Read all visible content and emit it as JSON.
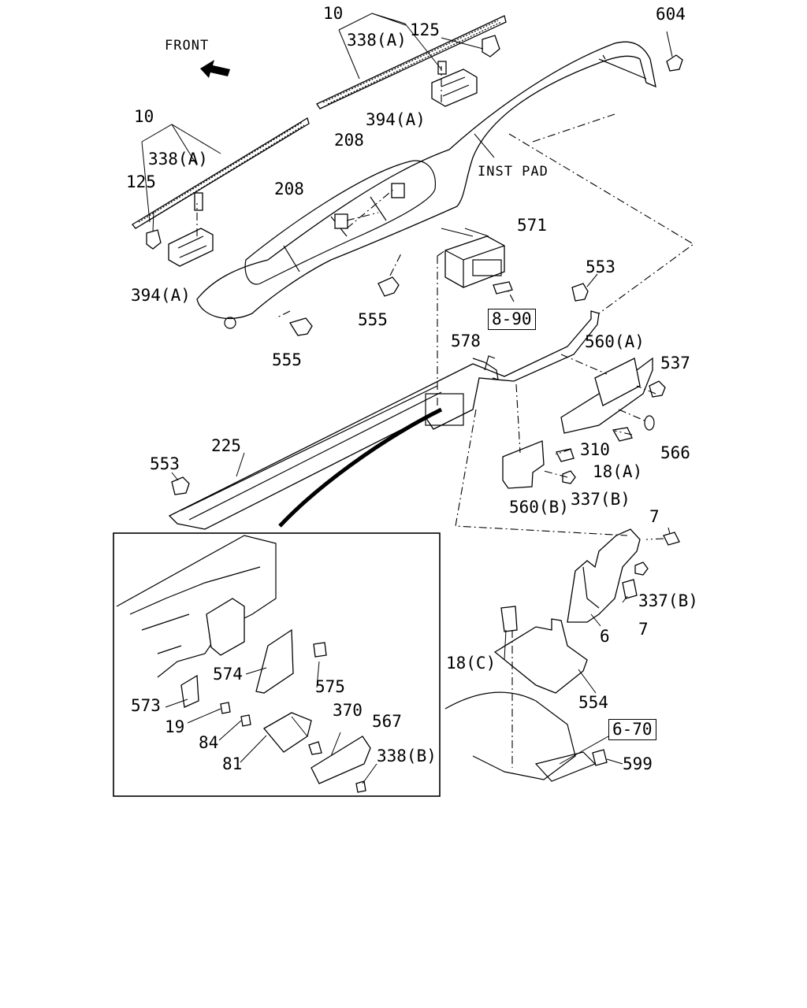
{
  "diagram": {
    "front_label": "FRONT",
    "inst_pad_label": "INST PAD",
    "refs": {
      "ref_890": "8-90",
      "ref_670": "6-70"
    },
    "callouts": {
      "c10_top": "10",
      "c125_top": "125",
      "c338a_top": "338(A)",
      "c394a_top": "394(A)",
      "c604": "604",
      "c10_left": "10",
      "c338a_left": "338(A)",
      "c125_left": "125",
      "c394a_left": "394(A)",
      "c208_a": "208",
      "c208_b": "208",
      "c571": "571",
      "c553_top": "553",
      "c555_a": "555",
      "c555_b": "555",
      "c578": "578",
      "c560a": "560(A)",
      "c537": "537",
      "c566": "566",
      "c310": "310",
      "c18a": "18(A)",
      "c337b_a": "337(B)",
      "c560b": "560(B)",
      "c553_left": "553",
      "c225": "225",
      "c7_a": "7",
      "c337b_b": "337(B)",
      "c7_b": "7",
      "c6": "6",
      "c18c": "18(C)",
      "c554": "554",
      "c599": "599",
      "c574": "574",
      "c575": "575",
      "c573": "573",
      "c19": "19",
      "c370": "370",
      "c567": "567",
      "c84": "84",
      "c81": "81",
      "c338b": "338(B)"
    }
  }
}
